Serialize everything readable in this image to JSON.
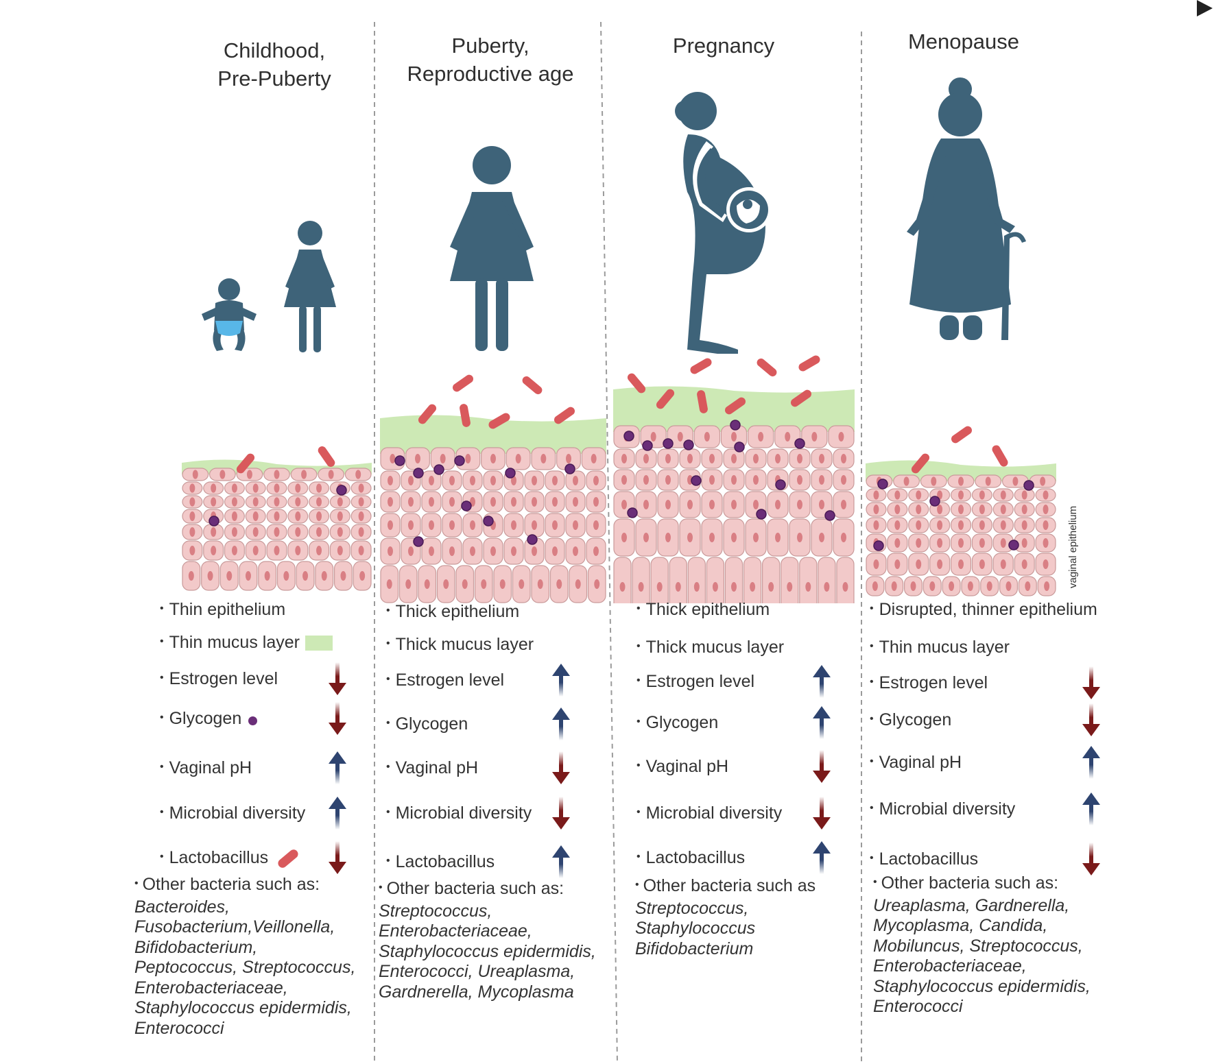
{
  "colors": {
    "figure": "#3e6379",
    "cell_fill": "#f2c9c9",
    "cell_stroke": "#c99a9a",
    "nucleus": "#d97f84",
    "mucus": "#cde9b5",
    "lactobacillus": "#d9595c",
    "glycogen": "#6a2e78",
    "arrow_up": "#2e4470",
    "arrow_down": "#7a1a1a"
  },
  "side_label": "vaginal epithelium",
  "stages": [
    {
      "title": "Childhood,\nPre-Puberty",
      "features": [
        {
          "label": "Thin epithelium",
          "arrow": null,
          "legend": null
        },
        {
          "label": "Thin mucus layer",
          "arrow": null,
          "legend": "mucus-swatch"
        },
        {
          "label": "Estrogen level",
          "arrow": "down",
          "legend": null
        },
        {
          "label": "Glycogen",
          "arrow": "down",
          "legend": "glycogen-dot"
        },
        {
          "label": "Vaginal pH",
          "arrow": "up",
          "legend": null
        },
        {
          "label": "Microbial diversity",
          "arrow": "up",
          "legend": null
        },
        {
          "label": "Lactobacillus",
          "arrow": "down",
          "legend": "lactobacillus-rod"
        }
      ],
      "other_header": "Other bacteria such as:",
      "other_bacteria": "Bacteroides,\nFusobacterium,Veillonella,\nBifidobacterium,\nPeptococcus, Streptococcus,\nEnterobacteriaceae,\nStaphylococcus epidermidis,\nEnterococci"
    },
    {
      "title": "Puberty,\nReproductive age",
      "features": [
        {
          "label": "Thick  epithelium",
          "arrow": null,
          "legend": null
        },
        {
          "label": "Thick mucus layer",
          "arrow": null,
          "legend": null
        },
        {
          "label": "Estrogen level",
          "arrow": "up",
          "legend": null
        },
        {
          "label": "Glycogen",
          "arrow": "up",
          "legend": null
        },
        {
          "label": "Vaginal pH",
          "arrow": "down",
          "legend": null
        },
        {
          "label": "Microbial diversity",
          "arrow": "down",
          "legend": null
        },
        {
          "label": "Lactobacillus",
          "arrow": "up",
          "legend": null
        }
      ],
      "other_header": "Other bacteria such as:",
      "other_bacteria": "Streptococcus,\nEnterobacteriaceae,\nStaphylococcus epidermidis,\nEnterococci, Ureaplasma,\nGardnerella, Mycoplasma"
    },
    {
      "title": "Pregnancy",
      "features": [
        {
          "label": "Thick epithelium",
          "arrow": null,
          "legend": null
        },
        {
          "label": "Thick mucus layer",
          "arrow": null,
          "legend": null
        },
        {
          "label": "Estrogen level",
          "arrow": "up",
          "legend": null
        },
        {
          "label": "Glycogen",
          "arrow": "up",
          "legend": null
        },
        {
          "label": "Vaginal pH",
          "arrow": "down",
          "legend": null
        },
        {
          "label": "Microbial diversity",
          "arrow": "down",
          "legend": null
        },
        {
          "label": "Lactobacillus",
          "arrow": "up",
          "legend": null
        }
      ],
      "other_header": "Other bacteria such as",
      "other_bacteria": "Streptococcus,\nStaphylococcus\nBifidobacterium"
    },
    {
      "title": "Menopause",
      "features": [
        {
          "label": "Disrupted, thinner epithelium",
          "arrow": null,
          "legend": null
        },
        {
          "label": "Thin mucus layer",
          "arrow": null,
          "legend": null
        },
        {
          "label": "Estrogen level",
          "arrow": "down",
          "legend": null
        },
        {
          "label": "Glycogen",
          "arrow": "down",
          "legend": null
        },
        {
          "label": "Vaginal pH",
          "arrow": "up",
          "legend": null
        },
        {
          "label": "Microbial diversity",
          "arrow": "up",
          "legend": null
        },
        {
          "label": "Lactobacillus",
          "arrow": "down",
          "legend": null
        }
      ],
      "other_header": "Other bacteria such as:",
      "other_bacteria": "Ureaplasma, Gardnerella,\nMycoplasma, Candida,\nMobiluncus, Streptococcus,\nEnterobacteriaceae,\nStaphylococcus epidermidis,\nEnterococci"
    }
  ]
}
